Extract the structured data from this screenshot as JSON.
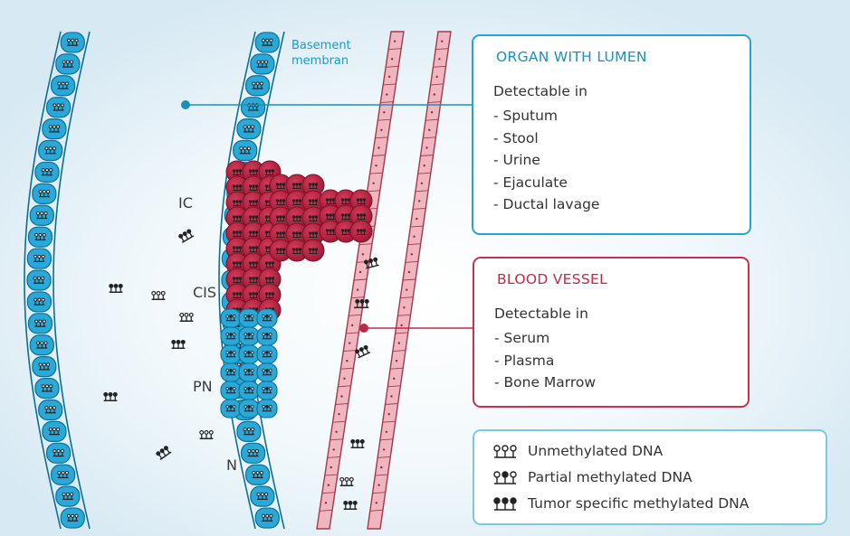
{
  "labels": {
    "basement_line1": "Basement",
    "basement_line2": "membran",
    "ic": "IC",
    "cis": "CIS",
    "pn": "PN",
    "n": "N"
  },
  "organ_box": {
    "title": "ORGAN WITH LUMEN",
    "subtitle": "Detectable in",
    "items": [
      "- Sputum",
      "- Stool",
      "- Urine",
      "- Ejaculate",
      "- Ductal lavage"
    ]
  },
  "blood_box": {
    "title": "BLOOD VESSEL",
    "subtitle": "Detectable in",
    "items": [
      "- Serum",
      "- Plasma",
      "- Bone Marrow"
    ]
  },
  "legend": {
    "items": [
      {
        "label": "Unmethylated DNA",
        "icon": "unmethylated-dna-icon"
      },
      {
        "label": "Partial methylated DNA",
        "icon": "partial-methylated-dna-icon"
      },
      {
        "label": "Tumor specific methylated DNA",
        "icon": "methylated-dna-icon"
      }
    ]
  },
  "colors": {
    "background_top": "#dcecf5",
    "background_glow": "#ffffff",
    "cell_blue": "#2aa8d8",
    "cell_blue_dark": "#0a6f96",
    "tumor_red": "#b5213f",
    "vessel_pink": "#efb6bf",
    "organ_accent": "#1d8fb9",
    "blood_accent": "#c0294a"
  }
}
